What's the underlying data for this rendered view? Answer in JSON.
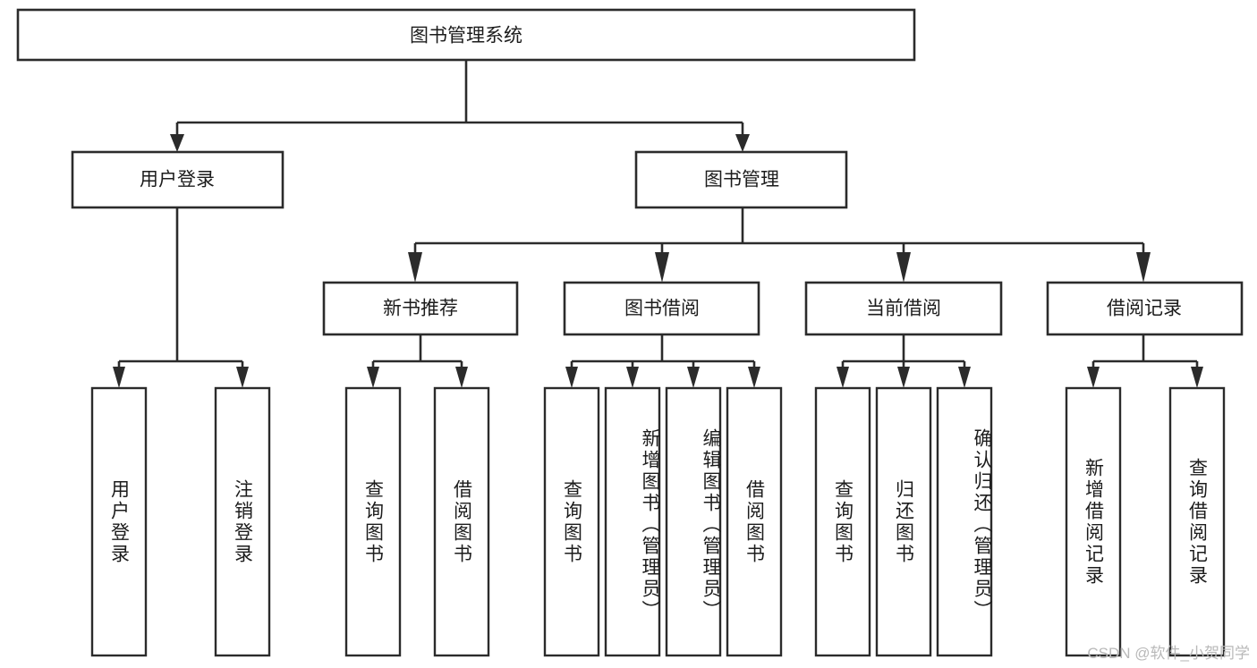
{
  "diagram": {
    "title": "图书管理系统",
    "type": "tree-hierarchy-diagram",
    "accent_color": "#2b2b2b",
    "background_color": "#ffffff",
    "root": {
      "label": "图书管理系统"
    },
    "level2": [
      {
        "label": "用户登录"
      },
      {
        "label": "图书管理"
      }
    ],
    "level3": [
      {
        "label": "新书推荐"
      },
      {
        "label": "图书借阅"
      },
      {
        "label": "当前借阅"
      },
      {
        "label": "借阅记录"
      }
    ],
    "leaves": {
      "user_login": [
        {
          "label": "用户登录"
        },
        {
          "label": "注销登录"
        }
      ],
      "new_book_recommend": [
        {
          "label": "查询图书"
        },
        {
          "label": "借阅图书"
        }
      ],
      "book_borrow": [
        {
          "label": "查询图书"
        },
        {
          "label": "新增图书（管理员）"
        },
        {
          "label": "编辑图书（管理员）"
        },
        {
          "label": "借阅图书"
        }
      ],
      "current_borrow": [
        {
          "label": "查询图书"
        },
        {
          "label": "归还图书"
        },
        {
          "label": "确认归还（管理员）"
        }
      ],
      "borrow_record": [
        {
          "label": "新增借阅记录"
        },
        {
          "label": "查询借阅记录"
        }
      ]
    }
  },
  "watermark": {
    "text": "CSDN @软件_小贺同学"
  }
}
